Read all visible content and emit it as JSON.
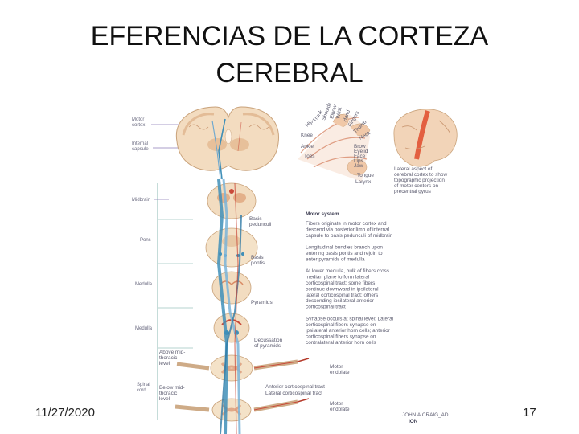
{
  "slide": {
    "title_line1": "EFERENCIAS DE LA CORTEZA",
    "title_line2": "CEREBRAL",
    "date": "11/27/2020",
    "page_number": "17"
  },
  "figure": {
    "left_labels": {
      "motor_cortex_1": "Motor",
      "motor_cortex_2": "cortex",
      "internal_capsule_1": "Internal",
      "internal_capsule_2": "capsule",
      "midbrain": "Midbrain",
      "pons": "Pons",
      "medulla_1": "Medulla",
      "medulla_2": "Medulla",
      "spinal_cord_1": "Spinal",
      "spinal_cord_2": "cord"
    },
    "homunculus_labels": [
      "Hip",
      "Trunk",
      "Knee",
      "Ankle",
      "Toes",
      "Shoulder",
      "Elbow",
      "Wrist",
      "Hand",
      "Fingers",
      "Thumb",
      "Neck",
      "Brow",
      "Eyelid",
      "Face",
      "Lips",
      "Jaw",
      "Tongue",
      "Larynx"
    ],
    "lateral_aspect_lines": [
      "Lateral aspect of",
      "cerebral cortex to show",
      "topographic projection",
      "of motor centers on",
      "precentral gyrus"
    ],
    "tract_labels": {
      "basis_pedunculi_1": "Basis",
      "basis_pedunculi_2": "pedunculi",
      "basis_pontis_1": "Basis",
      "basis_pontis_2": "pontis",
      "pyramids": "Pyramids",
      "decussation_1": "Decussation",
      "decussation_2": "of pyramids",
      "above_1": "Above mid-",
      "above_2": "thoracic",
      "above_3": "level",
      "below_1": "Below mid-",
      "below_2": "thoracic",
      "below_3": "level",
      "anterior_tract": "Anterior corticospinal tract",
      "lateral_tract": "Lateral corticospinal tract",
      "motor_endplate_1a": "Motor",
      "motor_endplate_1b": "endplate",
      "motor_endplate_2a": "Motor",
      "motor_endplate_2b": "endplate"
    },
    "motor_system_heading": "Motor system",
    "motor_system_text": [
      "Fibers originate in motor cortex and",
      "descend via posterior limb of internal",
      "capsule to basis pedunculi of midbrain",
      "",
      "Longitudinal bundles branch upon",
      "entering basis pontis and rejoin to",
      "enter pyramids of medulla",
      "",
      "At lower medulla, bulk of fibers cross",
      "median plane to form lateral",
      "corticospinal tract; some fibers",
      "continue downward in ipsilateral",
      "lateral corticospinal tract; others",
      "descending ipsilateral anterior",
      "corticospinal tract",
      "",
      "Synapse occurs at spinal level: Lateral",
      "corticospinal fibers synapse on",
      "ipsilateral anterior horn cells; anterior",
      "corticospinal fibers synapse on",
      "contralateral anterior horn cells"
    ],
    "signature": "JOHN A.CRAIG_AD",
    "signature_logo": "ION"
  },
  "colors": {
    "tract_blue": "#3f8fb8",
    "tract_red": "#c94a3a",
    "brain_tissue": "#f0d8b8",
    "grey_matter": "#e8b890"
  }
}
